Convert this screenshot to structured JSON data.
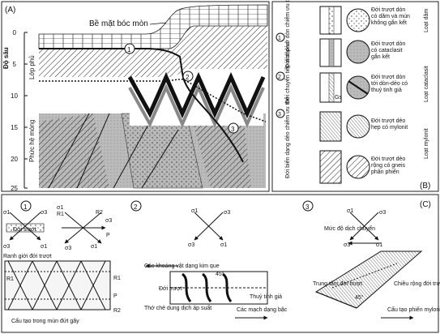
{
  "panel_a": {
    "label": "(A)",
    "surface_label": "Bề mặt bóc mòn",
    "depth_axis_title": "Độ sâu",
    "depth_ticks": [
      "0",
      "5",
      "10",
      "15",
      "20",
      "25"
    ],
    "cover_label": "Lớp phủ",
    "basement_label": "Phức hệ móng",
    "zone_numbers": [
      "1",
      "2",
      "3"
    ]
  },
  "panel_b": {
    "label": "(B)",
    "zones": [
      {
        "number": "1",
        "title": "Đới dập vỡ dòn chiếm ưu thế"
      },
      {
        "number": "2",
        "title": "Đới chuyển tiếp dòn dẻo"
      },
      {
        "number": "3",
        "title": "Đới biến dạng dẻo chiếm ưu thế"
      }
    ],
    "rock_descriptions": [
      "Đới trượt dòn có dăm và mùn không gắn kết",
      "Đới trượt dòn có cataclasit gắn kết",
      "Đới trượt dòn tới dòn-dẻo có thuỷ tinh giả",
      "Đới trượt dẻo hẹp có mylonit",
      "Đới trượt dẻo rộng có gneis phân phiến"
    ],
    "gs_label": "Gs",
    "series": [
      "Loạt dăm",
      "Loạt cataclasit",
      "Loạt mylonit"
    ]
  },
  "panel_c": {
    "label": "(C)",
    "sub_numbers": [
      "1",
      "2",
      "3"
    ],
    "sigma1": "σ1",
    "sigma3": "σ3",
    "r1": "R1",
    "r2": "R2",
    "p": "P",
    "shear_zone_label": "Đới trượt",
    "fault_boundary": "Ranh giới đới trượt",
    "gouge_structure": "Cấu tạo trong mùn đứt gãy",
    "mineral_veins": "Các khoáng vật dạng kim que",
    "angle_45": "45°",
    "shear_zone_center": "Đới trượt",
    "pseudotachylite": "Thuỷ tinh giả",
    "pressure_solution": "Thớ chẻ dung dịch áp suất",
    "ladder_veins": "Các mạch dạng bậc",
    "offset_degree": "Mức độ dịch chuyển",
    "zone_center": "Trung tâm đới trượt",
    "zone_width": "Chiều rộng đới trượt",
    "mylonite_fabric": "Cấu tạo phiến mylonit"
  }
}
